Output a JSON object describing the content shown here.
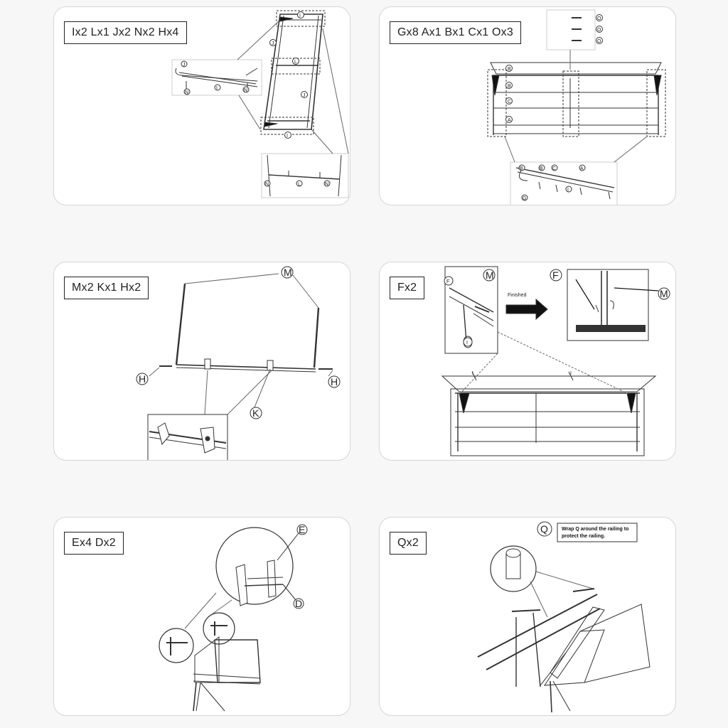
{
  "steps": [
    {
      "parts": "Ix2 Lx1 Jx2 Nx2 Hx4"
    },
    {
      "parts": "Gx8 Ax1 Bx1 Cx1 Ox3"
    },
    {
      "parts": "Mx2 Kx1 Hx2"
    },
    {
      "parts": "Fx2"
    },
    {
      "parts": "Ex4  Dx2"
    },
    {
      "parts": "Qx2"
    }
  ],
  "callouts": {
    "I": "I",
    "J": "J",
    "L": "L",
    "N": "N",
    "H": "H",
    "G": "G",
    "A": "A",
    "B": "B",
    "C": "C",
    "O": "O",
    "M": "M",
    "K": "K",
    "F": "F",
    "E": "E",
    "D": "D",
    "Q": "Q"
  },
  "step4": {
    "finished_label": "Finished"
  },
  "step6": {
    "note_line1": "Wrap Q around the railing to",
    "note_line2": "protect the railing."
  },
  "colors": {
    "line": "#333333",
    "accent": "#111111",
    "panel_bg": "#ffffff",
    "page_bg": "#f7f7f7"
  }
}
